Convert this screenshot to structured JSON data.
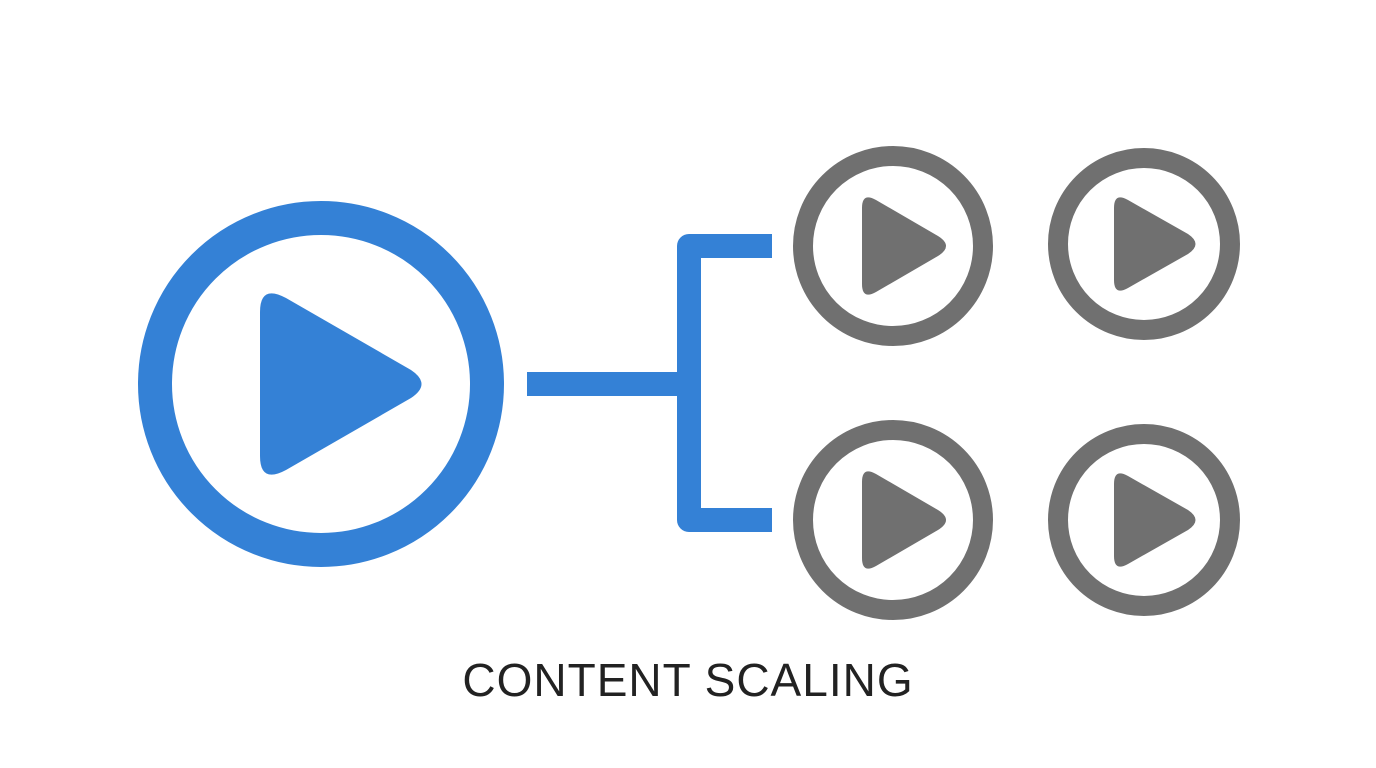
{
  "caption": "CONTENT SCALING",
  "colors": {
    "source": "#3481D6",
    "derived": "#707070",
    "background": "#FFFFFF",
    "text": "#222222"
  },
  "icons": {
    "source": "play-icon",
    "derived": "play-icon",
    "connector": "branch-connector"
  },
  "derived_count": 4
}
